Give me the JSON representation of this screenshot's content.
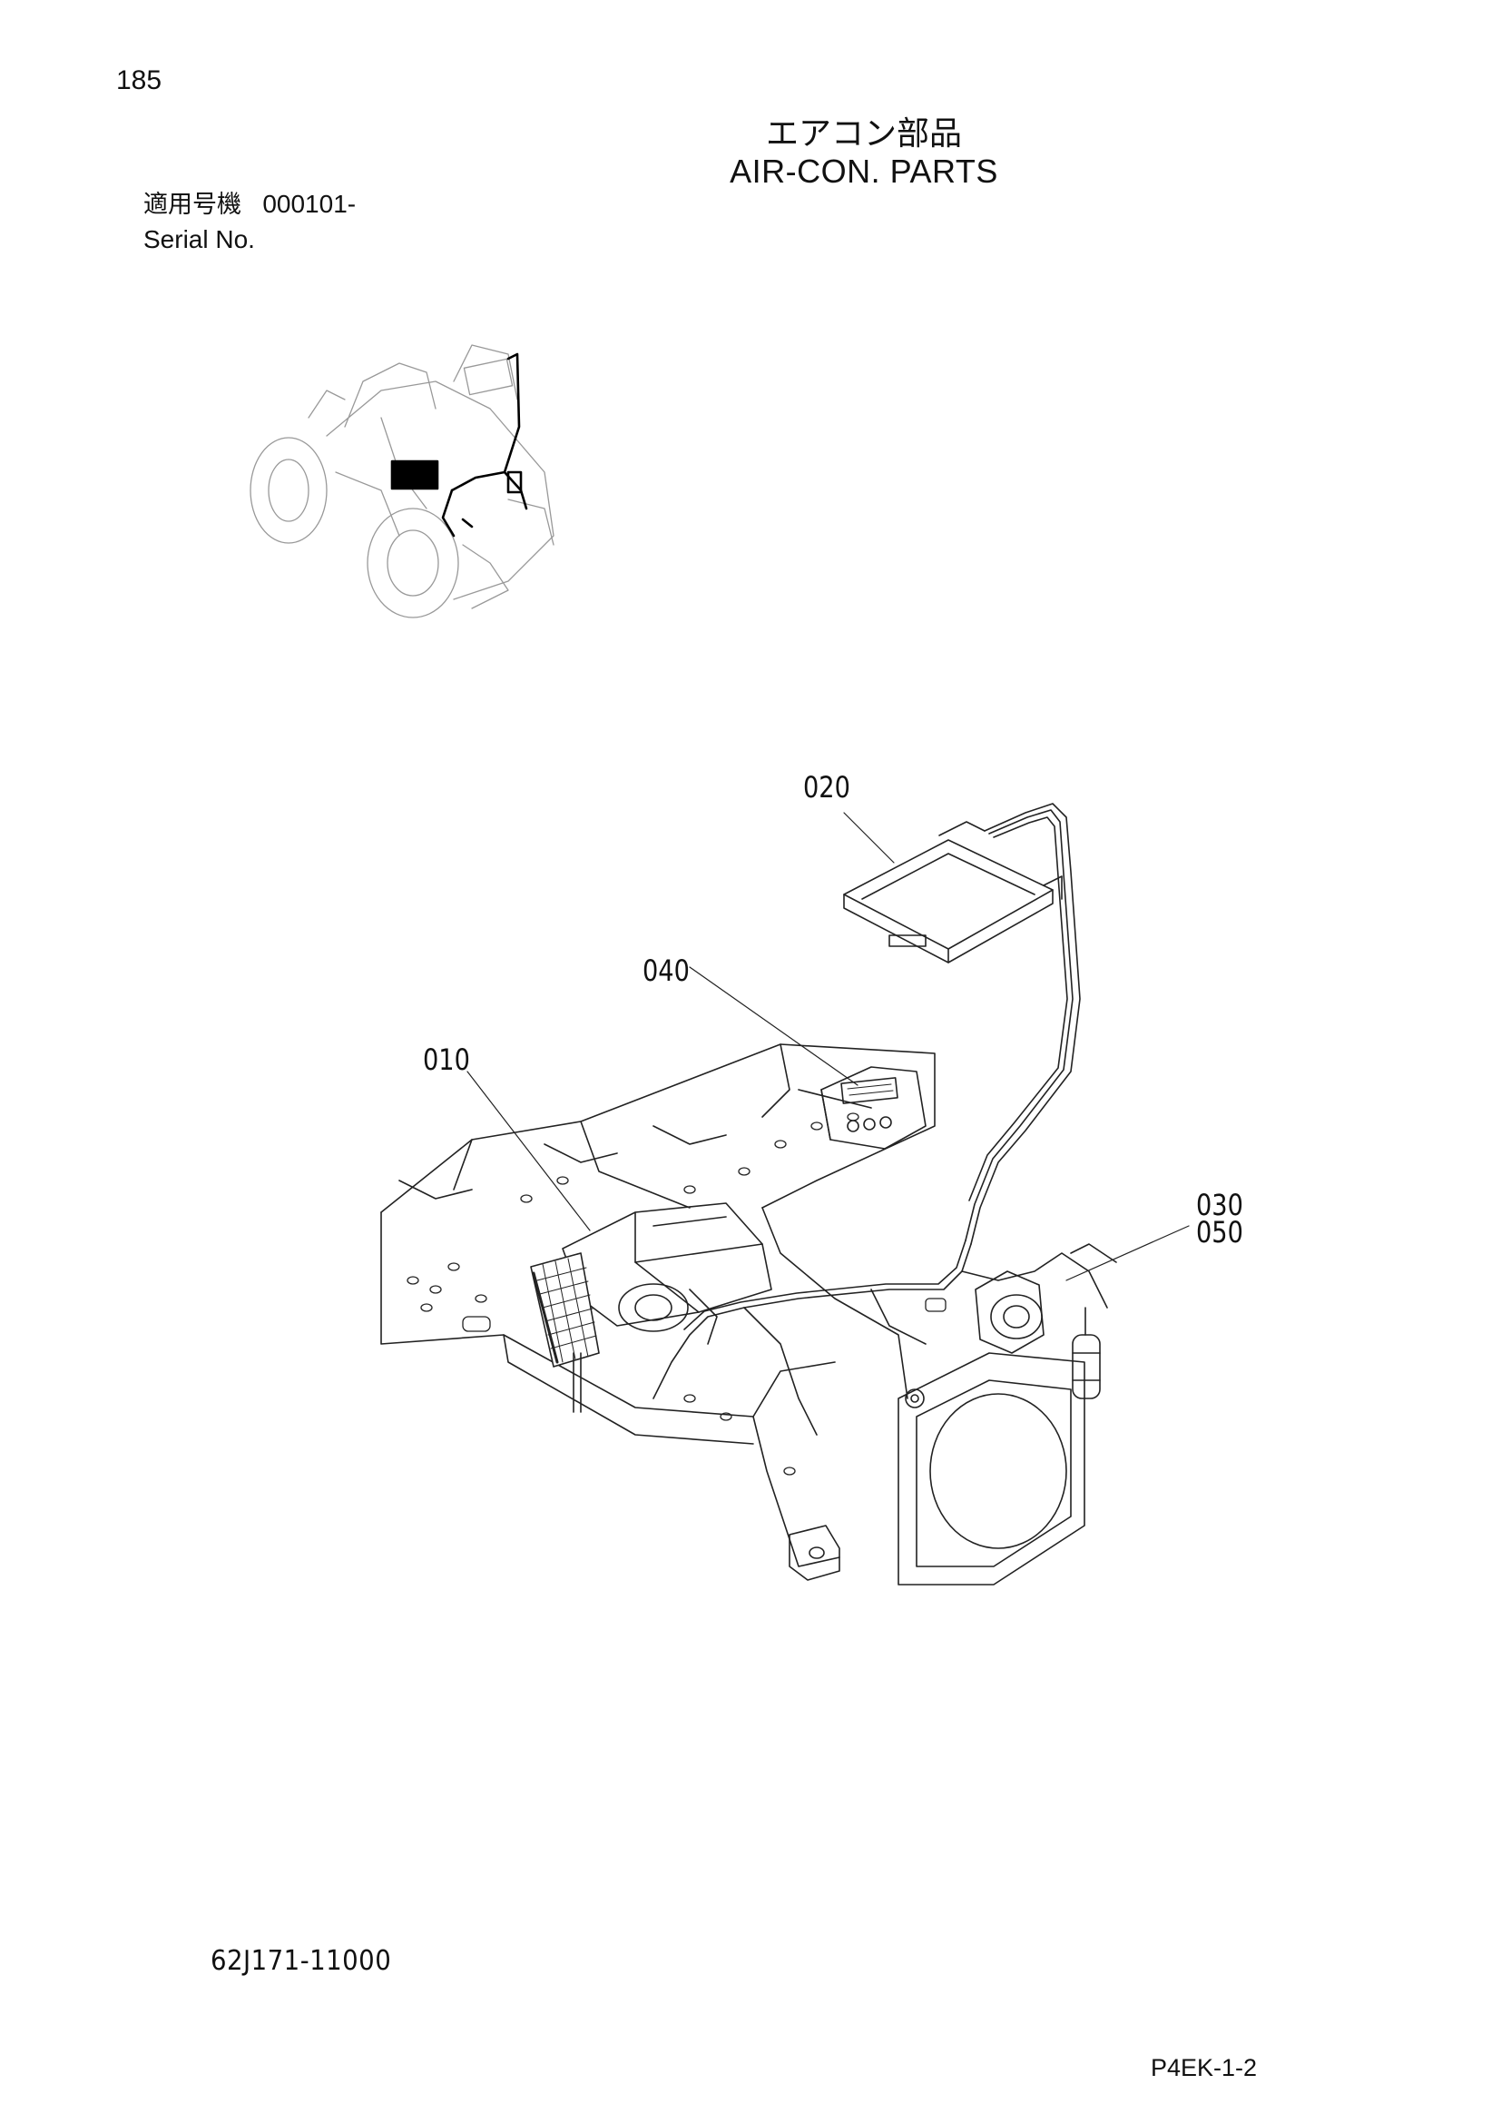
{
  "page": {
    "number": "185",
    "title_jp": "エアコン部品",
    "title_en": "AIR-CON. PARTS",
    "serial_label_jp": "適用号機",
    "serial_value": "000101-",
    "serial_label_en": "Serial No.",
    "doc_code": "62J171-11000",
    "footer_ref": "P4EK-1-2"
  },
  "callouts": {
    "c010": "010",
    "c020": "020",
    "c030": "030",
    "c040": "040",
    "c050": "050"
  }
}
